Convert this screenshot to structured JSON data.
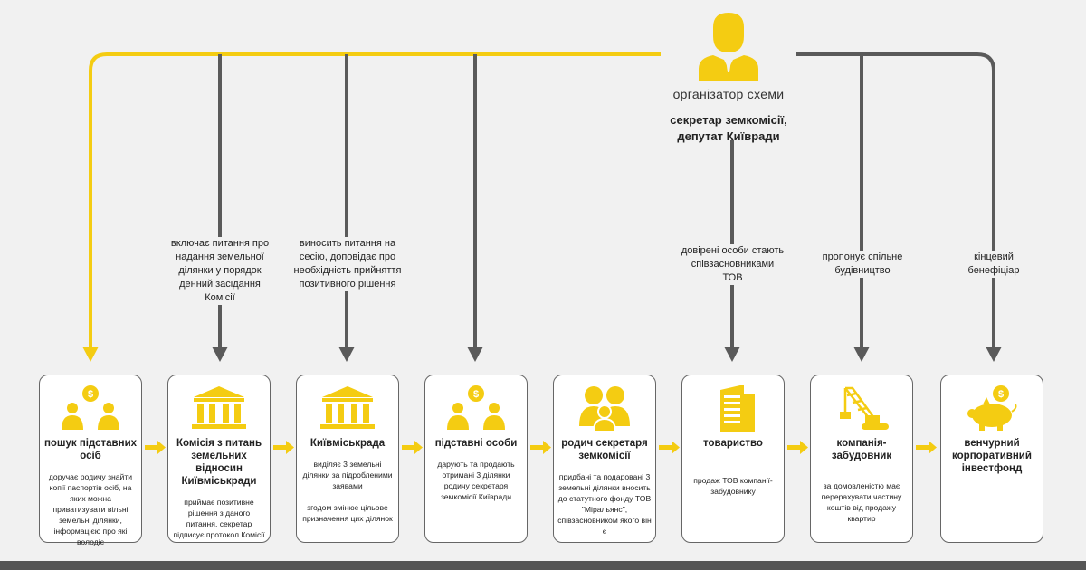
{
  "colors": {
    "accent": "#f4cc12",
    "line": "#5a5a5a",
    "background": "#f1f1f1"
  },
  "organizer": {
    "role": "організатор схеми",
    "name": "секретар земкомісії, депутат Київради",
    "icon": "person-icon"
  },
  "labels": [
    "включає питання про надання земельної ділянки у порядок денний засідання Комісії",
    "виносить питання на сесію, доповідає про необхідність прийняття позитивного рішення",
    "довірені особи стають співзасновниками ТОВ",
    "пропонує спільне будівництво",
    "кінцевий бенефіціар"
  ],
  "cards": [
    {
      "title": "пошук підставних осіб",
      "desc": "доручає родичу знайти копії паспортів осіб, на яких можна приватизувати вільні земельні ділянки, інформацією про які володіє",
      "icon": "people-money-icon"
    },
    {
      "title": "Комісія з питань земельних відносин Київміськради",
      "desc": "приймає позитивне рішення з даного питання, секретар підписує протокол Комісії",
      "icon": "government-building-icon"
    },
    {
      "title": "Київміськрада",
      "desc": "виділяє 3 земельні ділянки за підробленими заявами\n\nзгодом змінює цільове призначення цих ділянок",
      "icon": "government-building-icon"
    },
    {
      "title": "підставні особи",
      "desc": "дарують та продають отримані 3 ділянки родичу секретаря земкомісії Київради",
      "icon": "people-money-icon"
    },
    {
      "title": "родич секретаря земкомісії",
      "desc": "придбані та подаровані 3 земельні ділянки вносить до статутного фонду ТОВ \"Міральянс\", співзасновником якого він є",
      "icon": "family-icon"
    },
    {
      "title": "товариство",
      "desc": "продаж ТОВ компанії-забудовнику",
      "icon": "office-building-icon"
    },
    {
      "title": "компанія-забудовник",
      "desc": "за домовленістю має перерахувати частину коштів від продажу квартир",
      "icon": "crane-icon"
    },
    {
      "title": "венчурний корпоративний інвестфонд",
      "desc": "",
      "icon": "piggy-bank-icon"
    }
  ]
}
